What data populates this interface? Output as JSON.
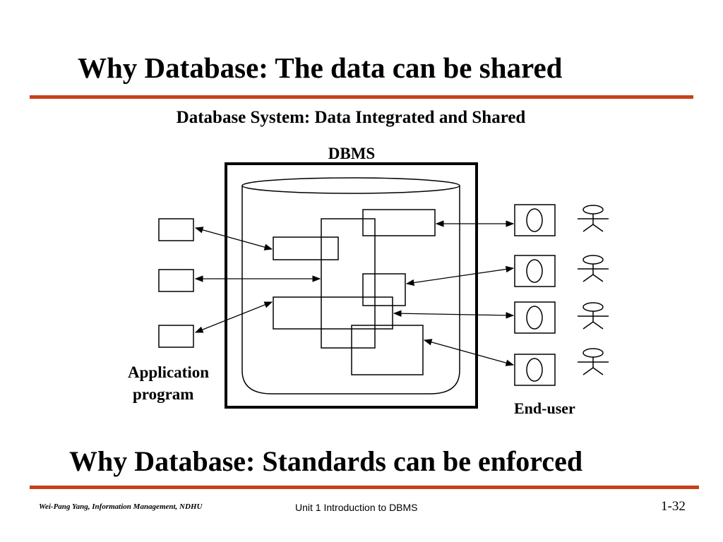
{
  "slide": {
    "title": "Why Database: The data can be shared",
    "subtitle": "Database System: Data Integrated and Shared",
    "next_title": "Why Database: Standards can be enforced"
  },
  "diagram": {
    "dbms_label": "DBMS",
    "app_label_line1": "Application",
    "app_label_line2": "program",
    "enduser_label": "End-user"
  },
  "footer": {
    "author": "Wei-Pang Yang, Information Management, NDHU",
    "unit": "Unit 1  Introduction to DBMS",
    "page": "1-32"
  },
  "colors": {
    "accent_rule": "#c8401a"
  }
}
